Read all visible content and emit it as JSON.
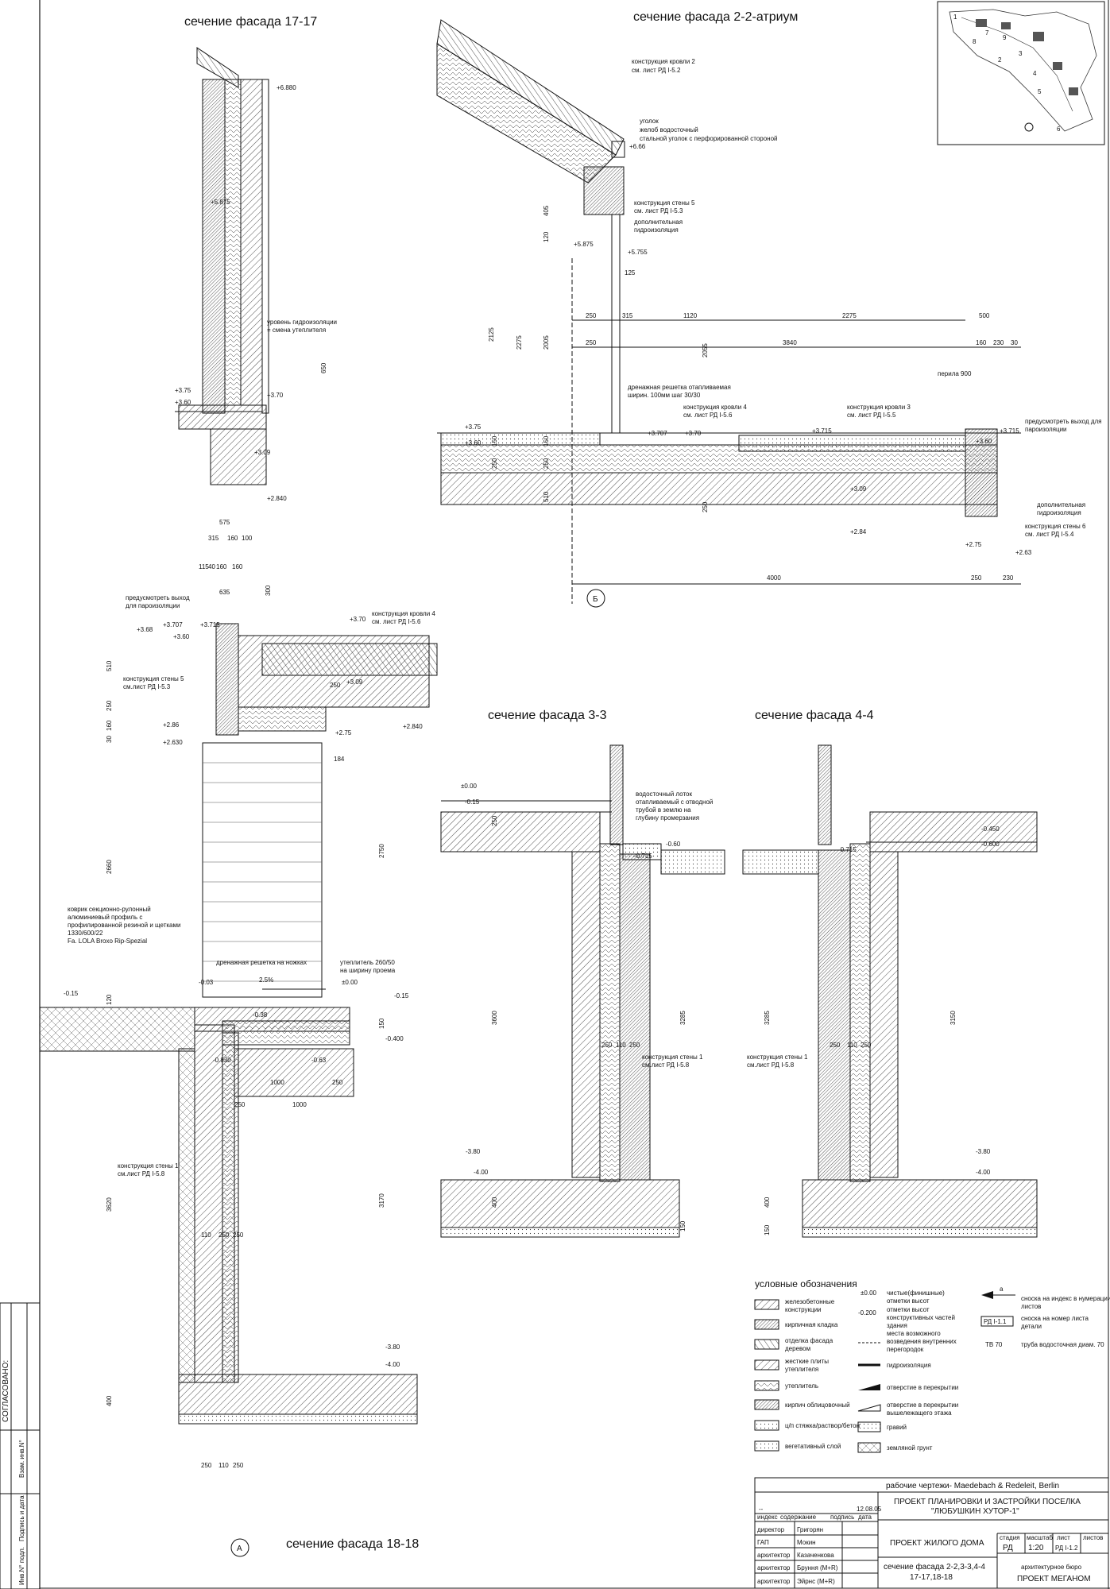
{
  "titles": {
    "s17": "сечение фасада 17-17",
    "s22": "сечение фасада 2-2-атриум",
    "s33": "сечение фасада 3-3",
    "s44": "сечение фасада 4-4",
    "s18": "сечение фасада 18-18"
  },
  "axes": {
    "b": "Б",
    "a": "А"
  },
  "side_stamp": [
    "СОГЛАСОВАНО:",
    "Взам. инв.N°",
    "Подпись и дата",
    "Инв.N° подл."
  ],
  "keyplan": {
    "numbers": [
      "1",
      "2",
      "3",
      "4",
      "5",
      "6",
      "7",
      "8",
      "9"
    ]
  },
  "s17": {
    "notes": [
      "уровень гидроизоляции",
      "= смена утеплителя"
    ],
    "levels": [
      "+6.880",
      "+5.875",
      "+3.75",
      "+3.60",
      "+3.70",
      "+3.09",
      "+2.840"
    ],
    "dims": [
      "650"
    ]
  },
  "s22": {
    "notes": [
      [
        "конструкция кровли 2",
        "см. лист РД I-5.2"
      ],
      [
        "уголок",
        "желоб водосточный",
        "стальной уголок с перфорированной стороной"
      ],
      [
        "конструкция стены 5",
        "см. лист РД I-5.3"
      ],
      [
        "дополнительная",
        "гидроизоляция"
      ],
      [
        "дренажная решетка отапливаемая",
        "ширин. 100мм шаг 30/30"
      ],
      [
        "конструкция кровли 4",
        "см. лист РД I-5.6"
      ],
      [
        "конструкция кровли 3",
        "см. лист РД I-5.5"
      ],
      [
        "перила 900"
      ],
      [
        "предусмотреть выход для",
        "пароизоляции"
      ],
      [
        "дополнительная",
        "гидроизоляция"
      ],
      [
        "конструкция стены 6",
        "см. лист РД I-5.4"
      ]
    ],
    "levels": [
      "+6.66",
      "+5.875",
      "+5.755",
      "+3.75",
      "+3.60",
      "+3.707",
      "+3.70",
      "+3.715",
      "+3.60",
      "+3.715",
      "+3.09",
      "+2.84",
      "+2.75",
      "+2.63"
    ],
    "dims_top": [
      "250",
      "315",
      "1120",
      "2275",
      "500"
    ],
    "dims_mid": [
      "250",
      "3840",
      "160",
      "230",
      "30"
    ],
    "dims_bottom": [
      "4000",
      "250",
      "230"
    ],
    "dims_vert": [
      "2125",
      "2275",
      "2005",
      "2055",
      "405",
      "120",
      "125",
      "150",
      "250",
      "510",
      "150",
      "250",
      "250"
    ]
  },
  "s18": {
    "notes": [
      [
        "предусмотреть выход",
        "для пароизоляции"
      ],
      [
        "конструкция кровли 4",
        "см. лист РД I-5.6"
      ],
      [
        "конструкция стены 5",
        "см.лист РД I-5.3"
      ],
      [
        "коврик секционно-рулонный",
        "алюминиевый профиль с",
        "профилированной резиной и щетками",
        "1330/600/22",
        "Fa. LOLA Broxo Rip-Spezial"
      ],
      [
        "дренажная решетка на ножках"
      ],
      [
        "утеплитель 260/50",
        "на ширину проема"
      ],
      [
        "конструкция стены 1",
        "см.лист РД I-5.8"
      ]
    ],
    "levels": [
      "+3.715",
      "+3.68",
      "+3.707",
      "+3.60",
      "+3.70",
      "+3.09",
      "+2.86",
      "+2.630",
      "+2.75",
      "+2.840",
      "-0.03",
      "-0.15",
      "±0.00",
      "-0.15",
      "-0.38",
      "-0.400",
      "-0.830",
      "-0.63",
      "-3.80",
      "-4.00"
    ],
    "dims_top": [
      "575",
      "315",
      "160",
      "100",
      "115",
      "40",
      "160",
      "160",
      "635",
      "300"
    ],
    "dims_vert": [
      "510",
      "250",
      "160",
      "30",
      "2660",
      "2750",
      "3620",
      "3170",
      "120",
      "150",
      "400"
    ],
    "dims_misc": [
      "184",
      "250",
      "2.5%",
      "1000",
      "250",
      "1000",
      "250",
      "110",
      "250",
      "250",
      "110",
      "250"
    ]
  },
  "s33": {
    "notes": [
      [
        "водосточный лоток",
        "отапливаемый с отводной",
        "трубой в землю на",
        "глубину промерзания"
      ],
      [
        "конструкция стены 1",
        "см.лист РД I-5.8"
      ]
    ],
    "levels": [
      "±0.00",
      "-0.15",
      "-0.60",
      "-0.715",
      "-3.80",
      "-4.00"
    ],
    "dims": [
      "250",
      "3600",
      "3285",
      "250",
      "110",
      "250",
      "400",
      "150"
    ]
  },
  "s44": {
    "notes": [
      [
        "конструкция стены 1",
        "см.лист РД I-5.8"
      ]
    ],
    "levels": [
      "-0.450",
      "-0.600",
      "-0.715",
      "-3.80",
      "-4.00"
    ],
    "dims": [
      "3285",
      "3150",
      "250",
      "110",
      "250",
      "400",
      "150"
    ]
  },
  "legend": {
    "title": "условные обозначения",
    "col1": [
      [
        "железобетонные",
        "конструкции"
      ],
      [
        "кирпичная кладка"
      ],
      [
        "отделка фасада",
        "деревом"
      ],
      [
        "жесткие плиты",
        "утеплителя"
      ],
      [
        "утеплитель"
      ],
      [
        "кирпич облицовочный"
      ],
      [
        "ц/п стяжка/раствор/бетон"
      ],
      [
        "вегетативный слой"
      ]
    ],
    "col2_marks": [
      "±0.00",
      "-0.200"
    ],
    "col2": [
      [
        "чистые(финишные)",
        "отметки высот"
      ],
      [
        "отметки высот",
        "конструктивных частей",
        "здания"
      ],
      [
        "места возможного",
        "возведения внутренних",
        "перегородок"
      ],
      [
        "гидроизоляция"
      ],
      [
        "отверстие в перекрытии"
      ],
      [
        "отверстие в перекрытии",
        "вышележащего этажа"
      ],
      [
        "гравий"
      ],
      [
        "земляной грунт"
      ]
    ],
    "col3_marks": [
      "a",
      "РД I-1.1",
      "ТВ 70"
    ],
    "col3": [
      [
        "сноска на индекс в нумерации",
        "листов"
      ],
      [
        "сноска на номер листа",
        "детали"
      ],
      [
        "труба водосточная диам. 70"
      ]
    ]
  },
  "title_block": {
    "authors": "рабочие чертежи- Maedebach & Redeleit, Berlin",
    "project": [
      "ПРОЕКТ ПЛАНИРОВКИ И ЗАСТРОЙКИ ПОСЕЛКА",
      "\"ЛЮБУШКИН ХУТОР-1\""
    ],
    "date": "12.08.05",
    "dash": "--",
    "rev_header": [
      "индекс",
      "содержание",
      "подпись",
      "дата"
    ],
    "roles": [
      [
        "директор",
        "Григорян"
      ],
      [
        "ГАП",
        "Мокин"
      ],
      [
        "архитектор",
        "Казаченкова"
      ],
      [
        "архитектор",
        "Бруння (M+R)"
      ],
      [
        "архитектор",
        "Эйрнс (M+R)"
      ]
    ],
    "building": "ПРОЕКТ ЖИЛОГО ДОМА",
    "stage_header": [
      "стадия",
      "масштаб",
      "лист",
      "листов"
    ],
    "stage": "РД",
    "scale": "1:20",
    "sheet": "РД I-1.2",
    "sheet_title": [
      "сечение фасада 2-2,3-3,4-4",
      "17-17,18-18"
    ],
    "bureau_small": "архитектурное бюро",
    "bureau": "ПРОЕКТ МЕГАНОМ"
  }
}
